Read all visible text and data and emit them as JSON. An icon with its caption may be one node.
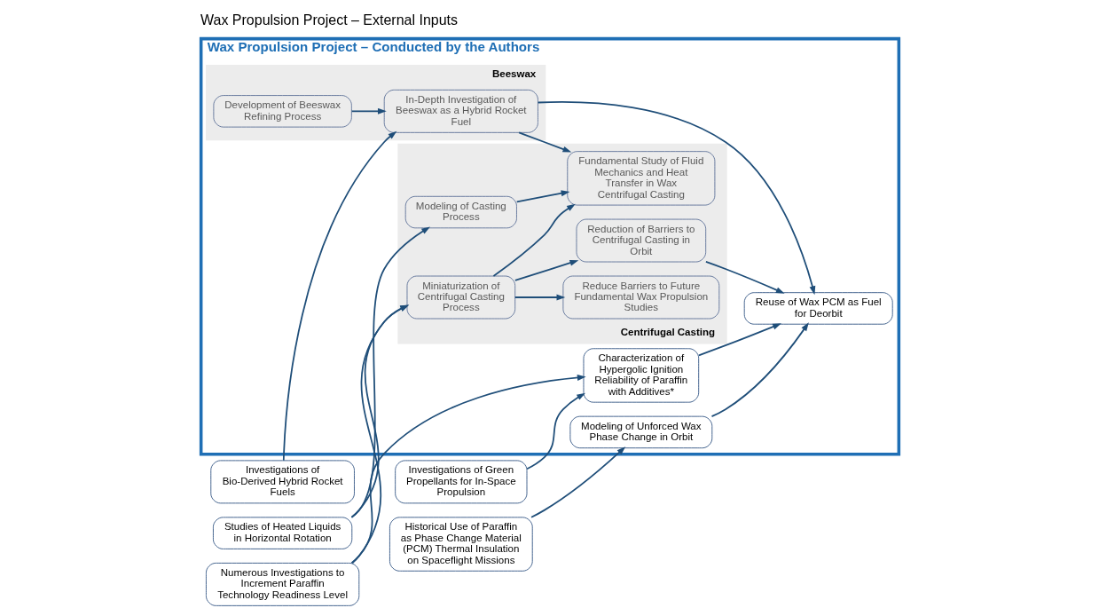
{
  "diagram": {
    "title": "Wax Propulsion Project – External Inputs",
    "nodes": [
      {
        "text": [
          "Wax Propulsion Project – Conducted by the Authors"
        ]
      },
      {
        "text": [
          "Centrifugal Casting"
        ],
        "in": 0
      },
      {
        "text": [
          "Modeling of Casting Process"
        ],
        "in": 1
      },
      {
        "text": [
          "Fundamental Study of Fluid Mechanics and Heat Transfer in Wax Centrifugal Casting"
        ],
        "in": 1
      },
      {
        "text": [
          "Miniaturization of Centrifugal Casting Process"
        ],
        "in": 1
      },
      {
        "text": [
          "Reduce Barriers to Future Fundamental Wax Propulsion Studies"
        ],
        "in": 1
      },
      {
        "text": [
          "Reduction of Barriers to Centrifugal Casting in Orbit"
        ],
        "in": 1
      },
      {
        "text": [
          "Beeswax"
        ],
        "in": 0
      },
      {
        "text": [
          "In-Depth Investigation of Beeswax as a Hybrid Rocket Fuel"
        ],
        "in": 7
      },
      {
        "text": [
          "Development of Beeswax Refining Process"
        ],
        "in": 7
      },
      {
        "text": [
          "Reuse of Wax PCM as Fuel for Deorbit"
        ],
        "in": 0
      },
      {
        "text": [
          "Characterization of Hypergolic Ignition Reliability of Paraffin with Additives*"
        ],
        "in": 0
      },
      {
        "text": [
          "Modeling of Unforced Wax Phase Change in Orbit"
        ],
        "in": 0
      },
      {
        "text": [
          "Studies of Heated Liquids in Horizontal Rotation"
        ]
      },
      {
        "text": [
          "Numerous Investigations to Increment Paraffin Technology Readiness Level"
        ]
      },
      {
        "text": [
          "Investigations of Bio-Derived Hybrid Rocket Fuels"
        ]
      },
      {
        "text": [
          "Investigations of Green Propellants for In-Space Propulsion"
        ]
      },
      {
        "text": [
          "Historical Use of Paraffin as Phase Change Material (PCM) Thermal Insulation on Spaceflight Missions"
        ]
      }
    ],
    "edges": [
      {
        "from": 13,
        "to": 2,
        "arrow": "to"
      },
      {
        "from": 13,
        "to": 4,
        "arrow": "to"
      },
      {
        "from": 2,
        "to": 3,
        "arrow": "to"
      },
      {
        "from": 4,
        "to": 3,
        "arrow": "to"
      },
      {
        "from": 4,
        "to": 5,
        "arrow": "to"
      },
      {
        "from": 4,
        "to": 6,
        "arrow": "to"
      },
      {
        "from": 14,
        "to": 4,
        "arrow": "to"
      },
      {
        "from": 14,
        "to": 11,
        "arrow": "to"
      },
      {
        "from": 15,
        "to": 8,
        "arrow": "to"
      },
      {
        "from": 9,
        "to": 8,
        "arrow": "to"
      },
      {
        "from": 8,
        "to": 3,
        "arrow": "to"
      },
      {
        "from": 8,
        "to": 10,
        "arrow": "to"
      },
      {
        "from": 6,
        "to": 10,
        "arrow": "to"
      },
      {
        "from": 11,
        "to": 10,
        "arrow": "to"
      },
      {
        "from": 12,
        "to": 10,
        "arrow": "to"
      },
      {
        "from": 16,
        "to": 11,
        "arrow": "to"
      },
      {
        "from": 17,
        "to": 12,
        "arrow": "to"
      }
    ]
  }
}
